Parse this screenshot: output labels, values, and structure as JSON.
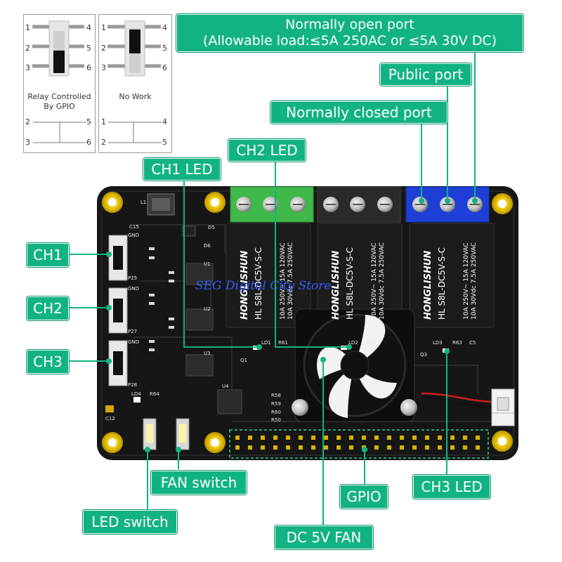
{
  "switch_panels": [
    {
      "label_line1": "Relay Controlled",
      "label_line2": "By  GPIO",
      "pins_left": [
        "1",
        "2",
        "3"
      ],
      "pins_right": [
        "4",
        "5",
        "6"
      ],
      "bridge_left": [
        "2",
        "3"
      ],
      "bridge_right": [
        "5",
        "6"
      ]
    },
    {
      "label_line1": "No Work",
      "label_line2": "",
      "pins_left": [
        "1",
        "2",
        "3"
      ],
      "pins_right": [
        "4",
        "5",
        "6"
      ],
      "bridge_left": [
        "1",
        "2"
      ],
      "bridge_right": [
        "4",
        "5"
      ]
    }
  ],
  "callouts": {
    "normally_open_line1": "Normally open port",
    "normally_open_line2": "(Allowable load:≤5A 250AC or ≤5A 30V DC)",
    "public_port": "Public port",
    "normally_closed_port": "Normally closed port",
    "ch2_led": "CH2 LED",
    "ch1_led": "CH1 LED",
    "ch1": "CH1",
    "ch2": "CH2",
    "ch3": "CH3",
    "fan_switch": "FAN switch",
    "led_switch": "LED switch",
    "gpio": "GPIO",
    "ch3_led": "CH3 LED",
    "dc_5v_fan": "DC 5V FAN"
  },
  "board": {
    "watermark": "SEG Digital City Store",
    "relay_brand": "HONGLISHUN",
    "relay_model": "HL S8L-DC5V-S-C",
    "relay_rating_line1": "10A 250V~ 15A 120VAC",
    "relay_rating_line2": "10A 30Vdc 7.5A 250VAC",
    "silk_L1": "L1",
    "silk_C15": "C15",
    "silk_D5": "D5",
    "silk_D6": "D6",
    "silk_U1": "U1",
    "silk_U2": "U2",
    "silk_U3": "U3",
    "silk_U4": "U4",
    "silk_LD1": "LD1",
    "silk_LD2": "LD2",
    "silk_LD3": "LD3",
    "silk_LD4": "LD4",
    "silk_R61": "R61",
    "silk_R62": "R62",
    "silk_R63": "R63",
    "silk_R64": "R64",
    "silk_C5": "C5",
    "silk_C12": "C12",
    "silk_Q1": "Q1",
    "silk_Q3": "Q3",
    "silk_P25": "P25",
    "silk_P27": "P27",
    "silk_P28": "P28",
    "silk_R58": "R58",
    "silk_R59": "R59",
    "silk_R60": "R60",
    "silk_R50": "R50",
    "silk_gnd": "GND"
  },
  "colors": {
    "callout": "#12b382",
    "pcb": "#161616",
    "terminal_green": "#3fb94a",
    "terminal_blue": "#1e3fd6",
    "relay_body": "#1c1c1c",
    "pad_gold": "#e8c200"
  }
}
